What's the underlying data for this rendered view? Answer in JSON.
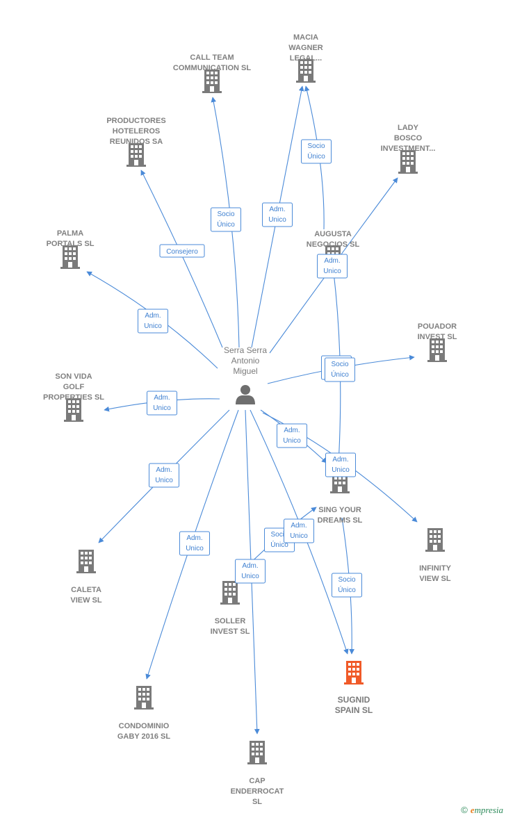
{
  "colors": {
    "edge": "#4a8ad8",
    "building": "#7a7a7a",
    "highlight": "#f05a28",
    "badge_text": "#3d7fd0"
  },
  "person": {
    "label_lines": [
      "Serra Serra",
      "Antonio",
      "Miguel"
    ],
    "icon": "person-icon"
  },
  "nodes": [
    {
      "id": "call_team",
      "label_lines": [
        "CALL TEAM",
        "COMMUNICATION SL"
      ],
      "icon": "building-icon"
    },
    {
      "id": "macia",
      "label_lines": [
        "MACIA",
        "WAGNER",
        "LEGAL..."
      ],
      "icon": "building-icon"
    },
    {
      "id": "productores",
      "label_lines": [
        "PRODUCTORES",
        "HOTELEROS",
        "REUNIDOS SA"
      ],
      "icon": "building-icon"
    },
    {
      "id": "lady",
      "label_lines": [
        "LADY",
        "BOSCO",
        "INVESTMENT..."
      ],
      "icon": "building-icon"
    },
    {
      "id": "palma",
      "label_lines": [
        "PALMA",
        "PORTALS SL"
      ],
      "icon": "building-icon"
    },
    {
      "id": "augusta",
      "label_lines": [
        "AUGUSTA",
        "NEGOCIOS  SL"
      ],
      "icon": "building-icon"
    },
    {
      "id": "pouador",
      "label_lines": [
        "POUADOR",
        "INVEST  SL"
      ],
      "icon": "building-icon"
    },
    {
      "id": "sonvida",
      "label_lines": [
        "SON VIDA",
        "GOLF",
        "PROPERTIES SL"
      ],
      "icon": "building-icon"
    },
    {
      "id": "sing",
      "label_lines": [
        "SING YOUR",
        "DREAMS  SL"
      ],
      "icon": "building-icon"
    },
    {
      "id": "infinity",
      "label_lines": [
        "INFINITY",
        "VIEW SL"
      ],
      "icon": "building-icon"
    },
    {
      "id": "caleta",
      "label_lines": [
        "CALETA",
        "VIEW SL"
      ],
      "icon": "building-icon"
    },
    {
      "id": "soller",
      "label_lines": [
        "SOLLER",
        "INVEST SL"
      ],
      "icon": "building-icon"
    },
    {
      "id": "sugnid",
      "label_lines": [
        "SUGNID",
        "SPAIN  SL"
      ],
      "icon": "building-icon",
      "highlight": true
    },
    {
      "id": "condominio",
      "label_lines": [
        "CONDOMINIO",
        "GABY 2016  SL"
      ],
      "icon": "building-icon"
    },
    {
      "id": "cap",
      "label_lines": [
        "CAP",
        "ENDERROCAT",
        "SL"
      ],
      "icon": "building-icon"
    }
  ],
  "edges": [
    {
      "from": "person",
      "to": "call_team",
      "badge": [
        "Socio",
        "Único"
      ]
    },
    {
      "from": "person",
      "to": "macia",
      "badge": [
        "Adm.",
        "Unico"
      ]
    },
    {
      "from": "augusta",
      "to": "macia",
      "badge": [
        "Socio",
        "Único"
      ]
    },
    {
      "from": "person",
      "to": "productores",
      "badge": [
        "Consejero"
      ]
    },
    {
      "from": "person",
      "to": "lady",
      "badge": [
        "Adm.",
        "Unico"
      ]
    },
    {
      "from": "person",
      "to": "palma",
      "badge": [
        "Adm.",
        "Unico"
      ]
    },
    {
      "from": "person",
      "to": "pouador",
      "badge": [
        "Socio",
        "Único"
      ]
    },
    {
      "from": "augusta",
      "to": "sing",
      "badge": [
        "Socio",
        "Único"
      ]
    },
    {
      "from": "person",
      "to": "sonvida",
      "badge": [
        "Adm.",
        "Unico"
      ]
    },
    {
      "from": "person",
      "to": "sing",
      "badge": [
        "Adm.",
        "Unico"
      ]
    },
    {
      "from": "person",
      "to": "infinity",
      "badge": [
        "Adm.",
        "Unico"
      ]
    },
    {
      "from": "person",
      "to": "caleta",
      "badge": [
        "Adm.",
        "Unico"
      ]
    },
    {
      "from": "person",
      "to": "condominio",
      "badge": [
        "Adm.",
        "Unico"
      ]
    },
    {
      "from": "soller",
      "to": "sing",
      "badge": [
        "Socio",
        "Único"
      ]
    },
    {
      "from": "person",
      "to": "cap",
      "badge": [
        "Adm.",
        "Unico"
      ]
    },
    {
      "from": "person",
      "to": "sugnid",
      "badge": [
        "Adm.",
        "Unico"
      ]
    },
    {
      "from": "sing",
      "to": "sugnid",
      "badge": [
        "Socio",
        "Único"
      ]
    }
  ],
  "footer": {
    "copyright": "©",
    "brand_initial": "e",
    "brand_rest": "mpresia"
  }
}
